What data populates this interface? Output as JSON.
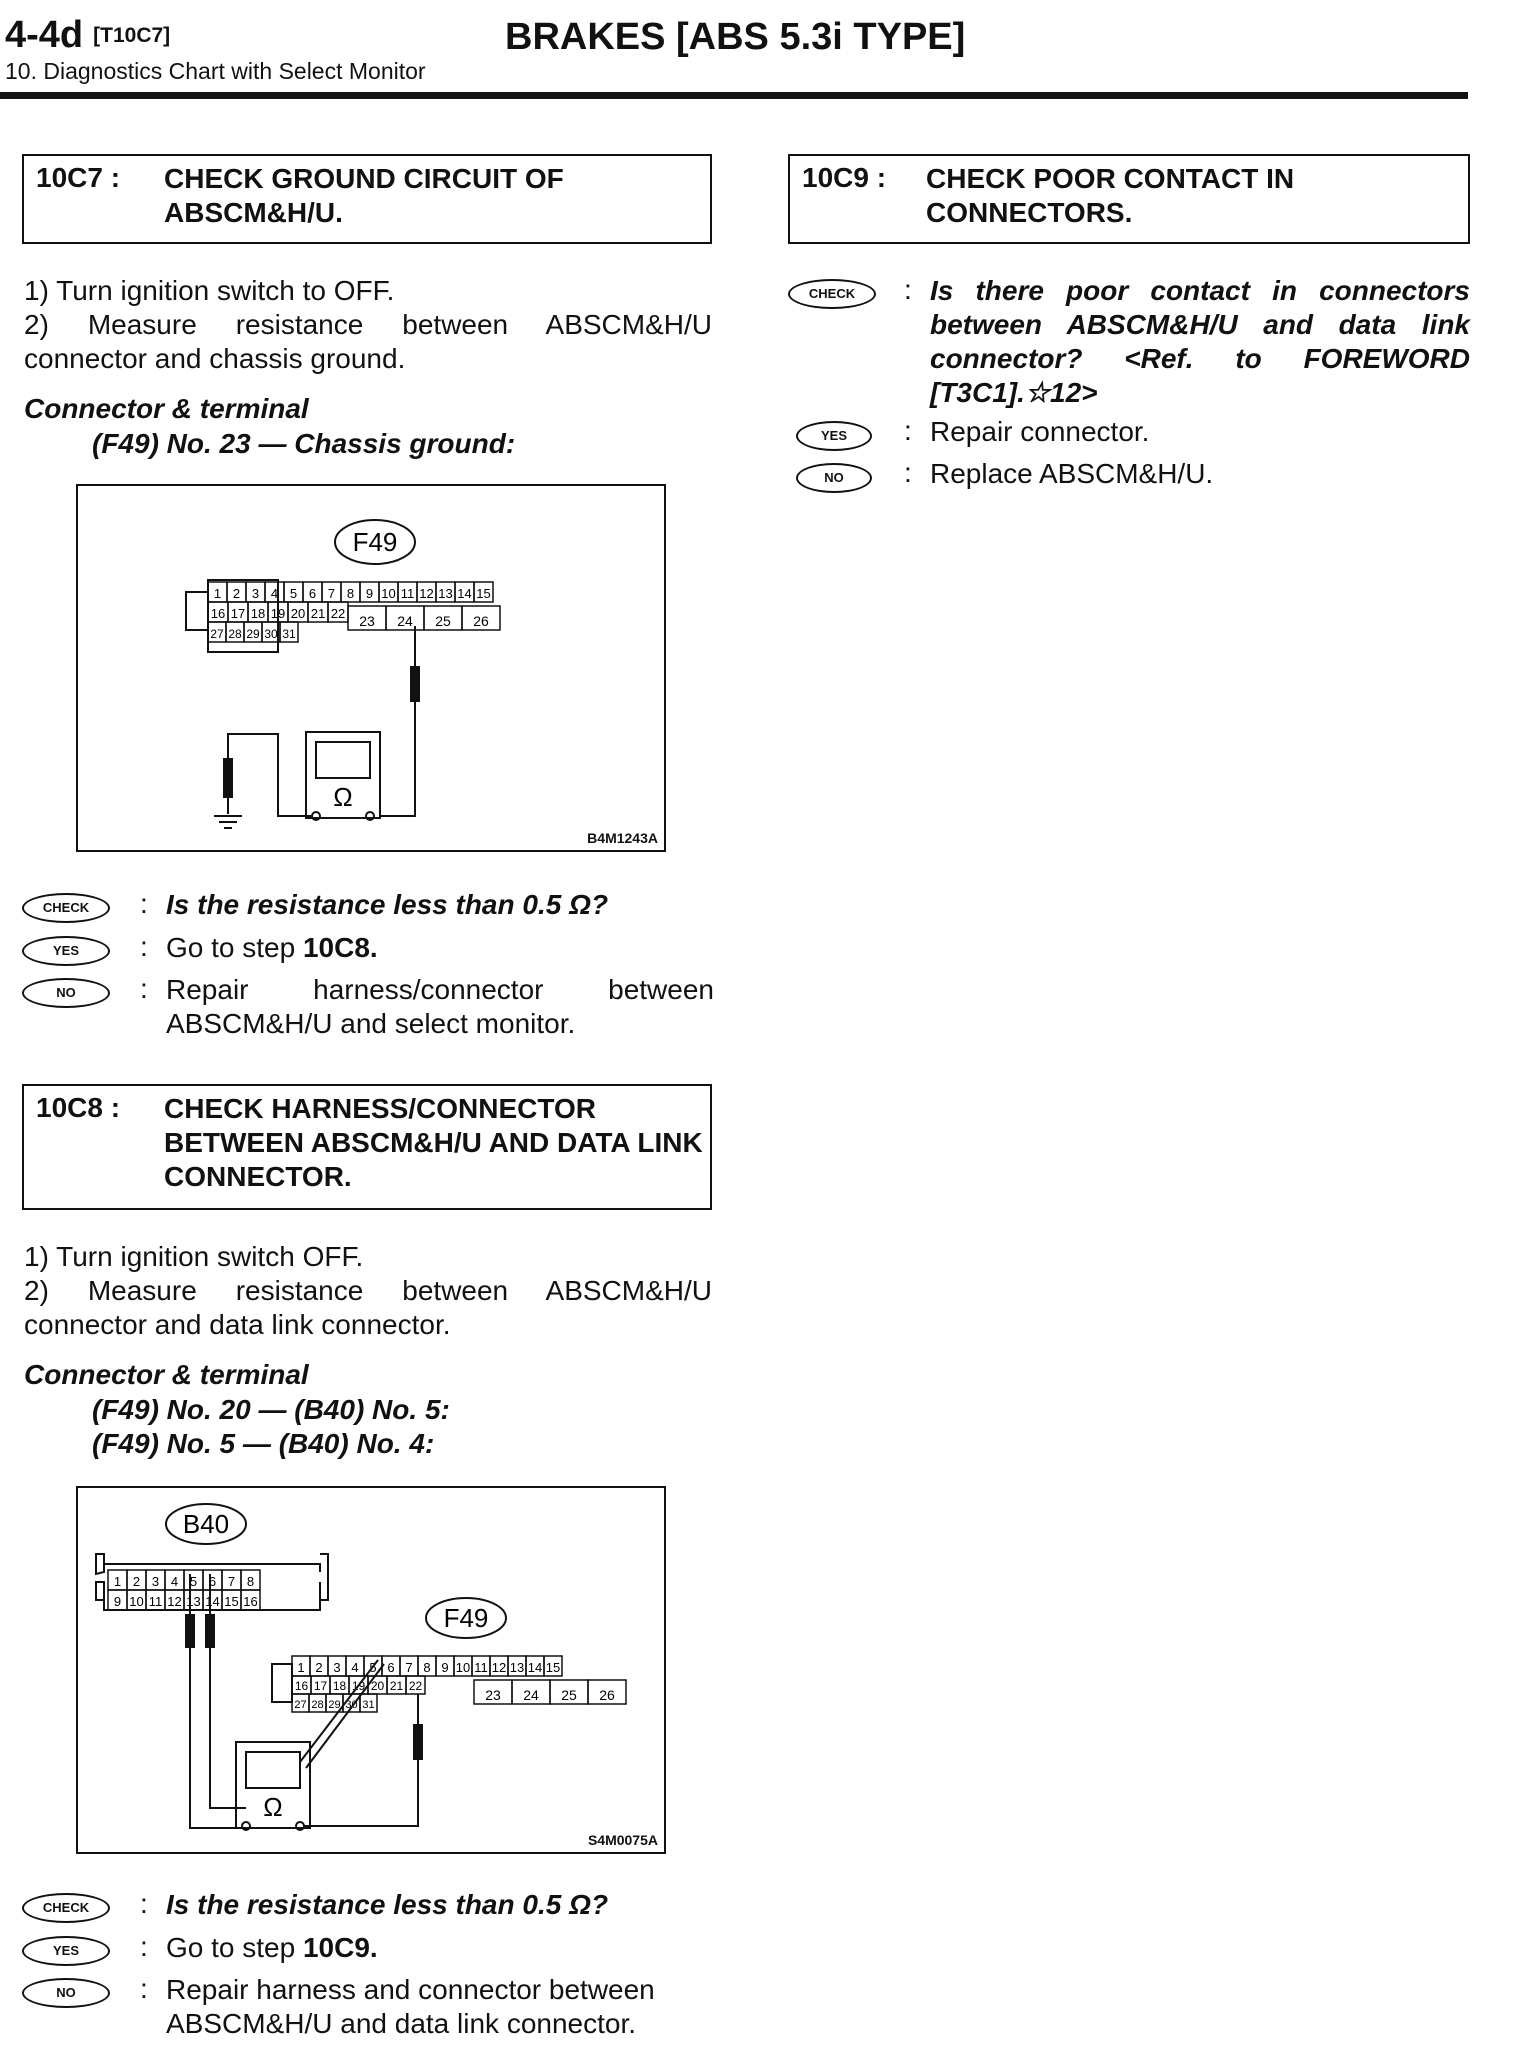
{
  "header": {
    "code": "4-4d",
    "ref": "[T10C7]",
    "title": "BRAKES [ABS 5.3i TYPE]",
    "subtitle": "10. Diagnostics Chart with Select Monitor"
  },
  "step_10c7": {
    "code": "10C7 :",
    "title": "CHECK GROUND CIRCUIT OF ABSCM&H/U.",
    "instr1": "1) Turn ignition switch to OFF.",
    "instr2": "2) Measure resistance between ABSCM&H/U connector and chassis ground.",
    "ct_label": "Connector & terminal",
    "ct_line1": "(F49) No. 23 — Chassis ground:",
    "figure": {
      "connector_label": "F49",
      "top_row": [
        "1",
        "2",
        "3",
        "4",
        "5",
        "6",
        "7",
        "8",
        "9",
        "10",
        "11",
        "12",
        "13",
        "14",
        "15"
      ],
      "mid_row": [
        "16",
        "17",
        "18",
        "19",
        "20",
        "21",
        "22"
      ],
      "low_row": [
        "27",
        "28",
        "29",
        "30",
        "31"
      ],
      "big_row": [
        "23",
        "24",
        "25",
        "26"
      ],
      "meter": "Ω",
      "caption": "B4M1243A"
    },
    "check_badge": "CHECK",
    "check_q": "Is the resistance less than 0.5 Ω?",
    "yes_badge": "YES",
    "yes_text": "Go to step ",
    "yes_step": "10C8.",
    "no_badge": "NO",
    "no_text": "Repair harness/connector between ABSCM&H/U and select monitor."
  },
  "step_10c8": {
    "code": "10C8 :",
    "title": "CHECK HARNESS/CONNECTOR BETWEEN ABSCM&H/U AND DATA LINK CONNECTOR.",
    "instr1": "1) Turn ignition switch OFF.",
    "instr2": "2) Measure resistance between ABSCM&H/U connector and data link connector.",
    "ct_label": "Connector & terminal",
    "ct_line1": "(F49) No. 20 — (B40) No. 5:",
    "ct_line2": "(F49) No. 5 — (B40) No. 4:",
    "figure": {
      "b40_label": "B40",
      "b40_top": [
        "1",
        "2",
        "3",
        "4",
        "5",
        "6",
        "7",
        "8"
      ],
      "b40_bot": [
        "9",
        "10",
        "11",
        "12",
        "13",
        "14",
        "15",
        "16"
      ],
      "f49_label": "F49",
      "top_row": [
        "1",
        "2",
        "3",
        "4",
        "5",
        "6",
        "7",
        "8",
        "9",
        "10",
        "11",
        "12",
        "13",
        "14",
        "15"
      ],
      "mid_row": [
        "16",
        "17",
        "18",
        "19",
        "20",
        "21",
        "22"
      ],
      "low_row": [
        "27",
        "28",
        "29",
        "30",
        "31"
      ],
      "big_row": [
        "23",
        "24",
        "25",
        "26"
      ],
      "meter": "Ω",
      "caption": "S4M0075A"
    },
    "check_badge": "CHECK",
    "check_q": "Is the resistance less than 0.5 Ω?",
    "yes_badge": "YES",
    "yes_text": "Go to step ",
    "yes_step": "10C9.",
    "no_badge": "NO",
    "no_text": "Repair harness and connector between ABSCM&H/U and data link connector."
  },
  "step_10c9": {
    "code": "10C9 :",
    "title": "CHECK POOR CONTACT IN CONNECTORS.",
    "check_badge": "CHECK",
    "check_q": "Is there poor contact in connectors between ABSCM&H/U and data link connector? <Ref. to FOREWORD [T3C1].☆12>",
    "yes_badge": "YES",
    "yes_text": "Repair connector.",
    "no_badge": "NO",
    "no_text": "Replace ABSCM&H/U."
  }
}
